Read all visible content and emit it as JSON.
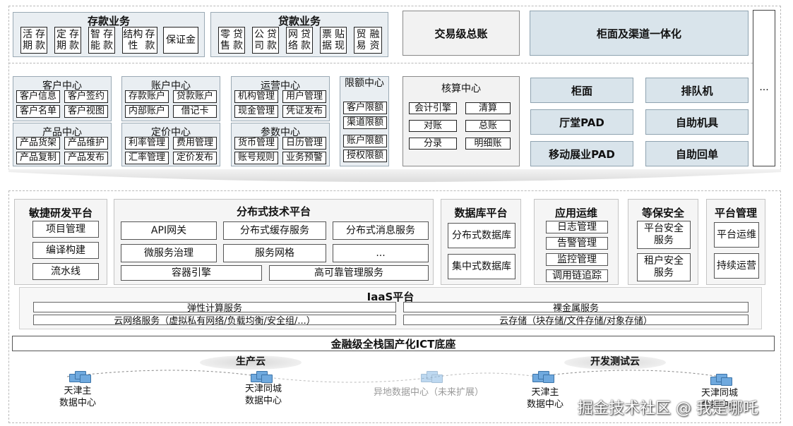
{
  "deposit": {
    "title": "存款业务",
    "items": [
      [
        "活期",
        "存款"
      ],
      [
        "定期",
        "存款"
      ],
      [
        "智能",
        "存款"
      ],
      [
        "结构性",
        "存款"
      ],
      [
        "保证金"
      ]
    ]
  },
  "loan": {
    "title": "贷款业务",
    "items": [
      [
        "零售",
        "贷款"
      ],
      [
        "公司",
        "贷款"
      ],
      [
        "网络",
        "贷款"
      ],
      [
        "票据",
        "贴现"
      ],
      [
        "贸易",
        "融资"
      ]
    ]
  },
  "txn_ledger": "交易级总账",
  "counter_channel": "柜面及渠道一体化",
  "customer_center": {
    "title": "客户中心",
    "items": [
      "客户信息",
      "客户签约",
      "客户名单",
      "客户视图"
    ]
  },
  "account_center": {
    "title": "账户中心",
    "items": [
      "存款账户",
      "贷款账户",
      "内部账户",
      "借记卡"
    ]
  },
  "ops_center": {
    "title": "运营中心",
    "items": [
      "机构管理",
      "用户管理",
      "现金管理",
      "凭证发布"
    ]
  },
  "limit_center": {
    "title": "限额中心",
    "items": [
      "客户限额",
      "渠道限额",
      "账户限额",
      "授权限额"
    ]
  },
  "product_center": {
    "title": "产品中心",
    "items": [
      "产品货架",
      "产品维护",
      "产品复制",
      "产品发布"
    ]
  },
  "pricing_center": {
    "title": "定价中心",
    "items": [
      "利率管理",
      "费用管理",
      "汇率管理",
      "定价发布"
    ]
  },
  "param_center": {
    "title": "参数中心",
    "items": [
      "货币管理",
      "日历管理",
      "账号规则",
      "业务预警"
    ]
  },
  "accounting_center": {
    "title": "核算中心",
    "items": [
      "会计引擎",
      "清算",
      "对账",
      "总账",
      "分录",
      "明细账"
    ]
  },
  "channels": [
    "柜面",
    "排队机",
    "厅堂PAD",
    "自助机具",
    "移动展业PAD",
    "自助回单"
  ],
  "ellipsis": "...",
  "agile": {
    "title": "敏捷研发平台",
    "items": [
      "项目管理",
      "编译构建",
      "流水线"
    ]
  },
  "distributed": {
    "title": "分布式技术平台",
    "items": [
      "API网关",
      "分布式缓存服务",
      "分布式消息服务",
      "微服务治理",
      "服务网格",
      "...",
      "容器引擎",
      "高可靠管理服务"
    ]
  },
  "database": {
    "title": "数据库平台",
    "items": [
      "分布式数据库",
      "集中式数据库"
    ]
  },
  "appops": {
    "title": "应用运维",
    "items": [
      "日志管理",
      "告警管理",
      "监控管理",
      "调用链追踪"
    ]
  },
  "security": {
    "title": "等保安全",
    "items": [
      "平台安全服务",
      "租户安全服务"
    ]
  },
  "platform_mgmt": {
    "title": "平台管理",
    "items": [
      "平台运维",
      "持续运营"
    ]
  },
  "iaas": {
    "title": "IaaS平台",
    "items": [
      "弹性计算服务",
      "裸金属服务",
      "云网络服务（虚拟私有网络/负载均衡/安全组/...）",
      "云存储（块存储/文件存储/对象存储）"
    ]
  },
  "ict_base": "金融级全栈国产化ICT底座",
  "prod_cloud": "生产云",
  "dev_cloud": "开发测试云",
  "datacenters": [
    [
      "天津主",
      "数据中心"
    ],
    [
      "天津同城",
      "数据中心"
    ],
    [
      "异地数据中心（未来扩展）"
    ],
    [
      "天津主",
      "数据中心"
    ],
    [
      "天津同城",
      "数据中心"
    ]
  ],
  "watermark": "掘金技术社区 @ 我是哪吒"
}
